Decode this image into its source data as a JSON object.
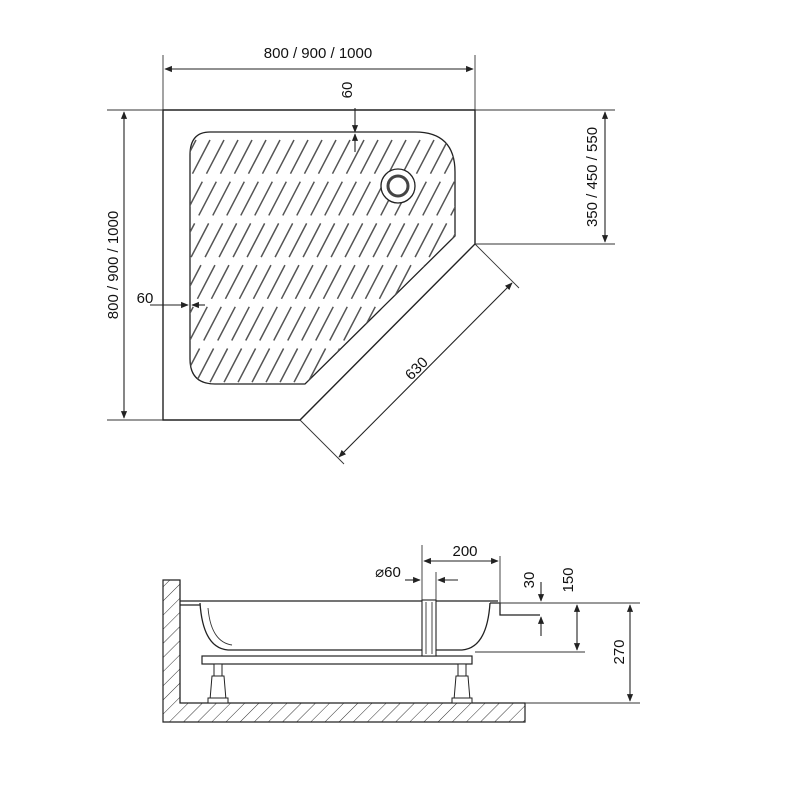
{
  "top_view": {
    "dims": {
      "width": "800 / 900 / 1000",
      "depth": "800 / 900 / 1000",
      "side": "350 / 450 / 550",
      "front": "630",
      "margin_top": "60",
      "margin_left": "60"
    }
  },
  "side_view": {
    "dims": {
      "drain_diameter": "⌀60",
      "drain_offset": "200",
      "rim": "30",
      "tray_height": "150",
      "total_height": "270"
    }
  },
  "colors": {
    "line": "#222222",
    "background": "#ffffff"
  }
}
